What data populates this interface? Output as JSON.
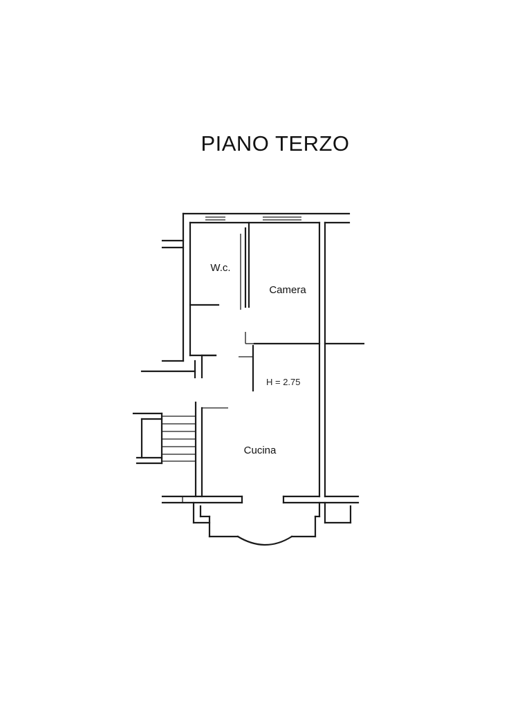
{
  "plan": {
    "title": "PIANO TERZO",
    "rooms": [
      {
        "id": "wc",
        "label": "W.c."
      },
      {
        "id": "camera",
        "label": "Camera"
      },
      {
        "id": "cucina",
        "label": "Cucina"
      }
    ],
    "ceiling_height": "H = 2.75"
  },
  "colors": {
    "ink": "#1a1a1a",
    "paper": "#ffffff"
  }
}
